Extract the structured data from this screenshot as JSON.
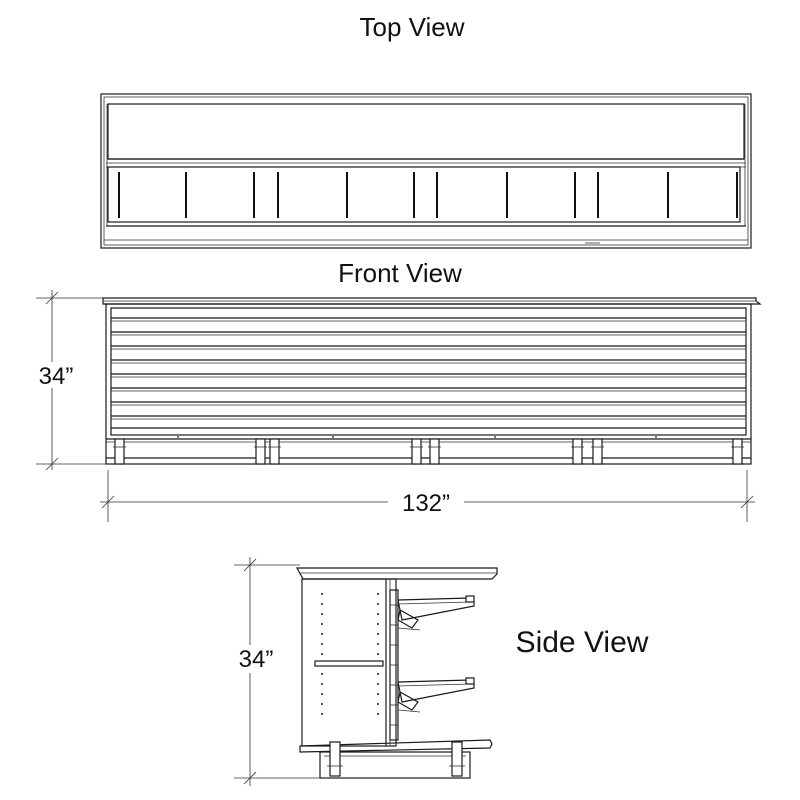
{
  "views": {
    "top": {
      "title": "Top View"
    },
    "front": {
      "title": "Front View",
      "height_dim": "34”",
      "width_dim": "132”"
    },
    "side": {
      "title": "Side View",
      "height_dim": "34”"
    }
  }
}
